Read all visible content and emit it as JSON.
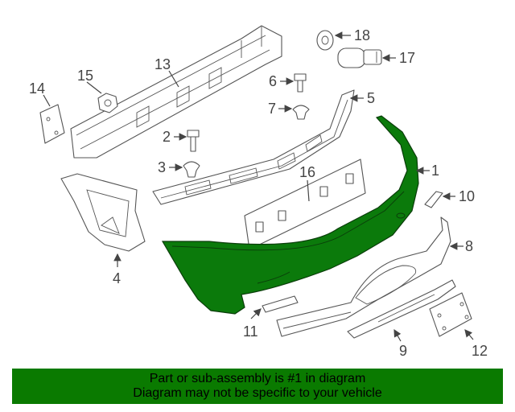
{
  "colors": {
    "highlight_part": "#0b7a0b",
    "caption_background": "#0a7a00",
    "caption_text": "#000000",
    "line_art": "#555555"
  },
  "callouts": {
    "p1": "1",
    "p2": "2",
    "p3": "3",
    "p4": "4",
    "p5": "5",
    "p6": "6",
    "p7": "7",
    "p8": "8",
    "p9": "9",
    "p10": "10",
    "p11": "11",
    "p12": "12",
    "p13": "13",
    "p14": "14",
    "p15": "15",
    "p16": "16",
    "p17": "17",
    "p18": "18"
  },
  "caption": {
    "line1": "Part or sub-assembly is #1 in diagram",
    "line2": "Diagram may not be specific to your vehicle"
  }
}
